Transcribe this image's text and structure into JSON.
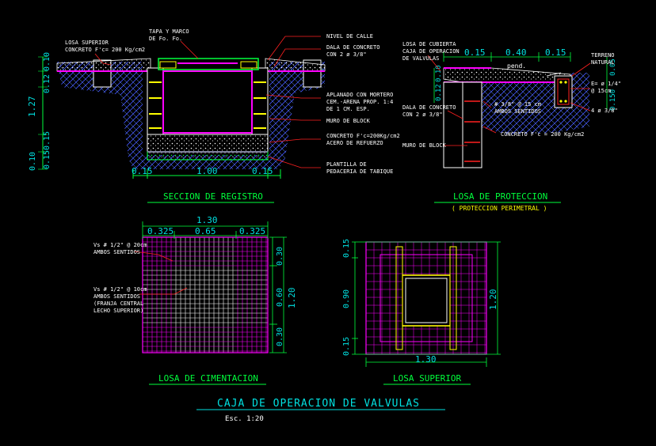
{
  "title": "CAJA DE OPERACION DE VALVULAS",
  "scale": "Esc. 1:20",
  "colors": {
    "background": "#000000",
    "white": "#ffffff",
    "cyan": "#00e0e0",
    "green": "#00ff3c",
    "yellow": "#ffff00",
    "magenta": "#ff00ff",
    "red": "#ff2020",
    "blue": "#4040ff",
    "orange": "#ff8c00"
  },
  "seccion_registro": {
    "title": "SECCION DE REGISTRO",
    "labels": {
      "losa_superior_1": "LOSA SUPERIOR",
      "losa_superior_2": "CONCRETO F'c= 200 Kg/cm2",
      "tapa_1": "TAPA Y MARCO",
      "tapa_2": "DE Fo. Fo.",
      "nivel_calle": "NIVEL DE CALLE",
      "dala_1": "DALA DE CONCRETO",
      "dala_2": "CON  2 ø 3/8\"",
      "aplanado_1": "APLANADO CON MORTERO",
      "aplanado_2": "CEM.-ARENA PROP. 1:4",
      "aplanado_3": "DE 1 CM. ESP.",
      "muro_block": "MURO DE BLOCK",
      "concreto_1": "CONCRETO F'c=200Kg/cm2",
      "concreto_2": "ACERO DE REFUERZO",
      "plantilla_1": "PLANTILLA DE",
      "plantilla_2": "PEDACERIA DE TABIQUE"
    },
    "dims": {
      "h_total": "1.27",
      "h_top_1": "0.10",
      "h_top_2": "0.12",
      "h_mid": "0.15",
      "h_bot": "0.15",
      "h_base": "0.10",
      "w_left": "0.15",
      "w_mid": "1.00",
      "w_right": "0.15"
    }
  },
  "losa_proteccion": {
    "title": "LOSA DE PROTECCION",
    "subtitle": "( PROTECCION PERIMETRAL )",
    "labels": {
      "cubierta_1": "LOSA DE CUBIERTA",
      "cubierta_2": "CAJA DE OPERACION",
      "cubierta_3": "DE VALVULAS",
      "pend": "pend.",
      "terreno_1": "TERRENO",
      "terreno_2": "NATURAL",
      "estribo_1": "E= ø 1/4\"",
      "estribo_2": "@ 15cm",
      "varillas": "4 ø 3/8\"",
      "refuerzo_1": "# 3/8\" @ 15 cm",
      "refuerzo_2": "AMBOS SENTIDOS",
      "dala_1": "DALA DE CONCRETO",
      "dala_2": "CON 2 ø 3/8\"",
      "concreto": "CONCRETO F'c = 200 Kg/cm2",
      "muro_block": "MURO DE BLOCK"
    },
    "dims": {
      "w_left": "0.15",
      "w_mid": "0.40",
      "w_right": "0.15",
      "h_left_1": "0.10",
      "h_left_2": "0.12",
      "h_right_1": "0.05",
      "h_right_2": "0.150"
    }
  },
  "losa_cimentacion": {
    "title": "LOSA DE CIMENTACION",
    "labels": {
      "v1_1": "Vs # 1/2\" @ 20cm",
      "v1_2": "AMBOS SENTIDOS",
      "v2_1": "Vs # 1/2\" @ 10cm",
      "v2_2": "AMBOS SENTIDOS",
      "v2_3": "(FRANJA CENTRAL",
      "v2_4": "LECHO SUPERIOR)"
    },
    "dims": {
      "w_total": "1.30",
      "w_left": "0.325",
      "w_mid": "0.65",
      "w_right": "0.325",
      "h_top": "0.30",
      "h_mid": "0.60",
      "h_bot": "0.30",
      "h_total": "1.20"
    }
  },
  "losa_superior": {
    "title": "LOSA SUPERIOR",
    "dims": {
      "h_top": "0.15",
      "h_mid": "0.90",
      "h_bot": "0.15",
      "h_total": "1.20",
      "w_total": "1.30"
    }
  }
}
